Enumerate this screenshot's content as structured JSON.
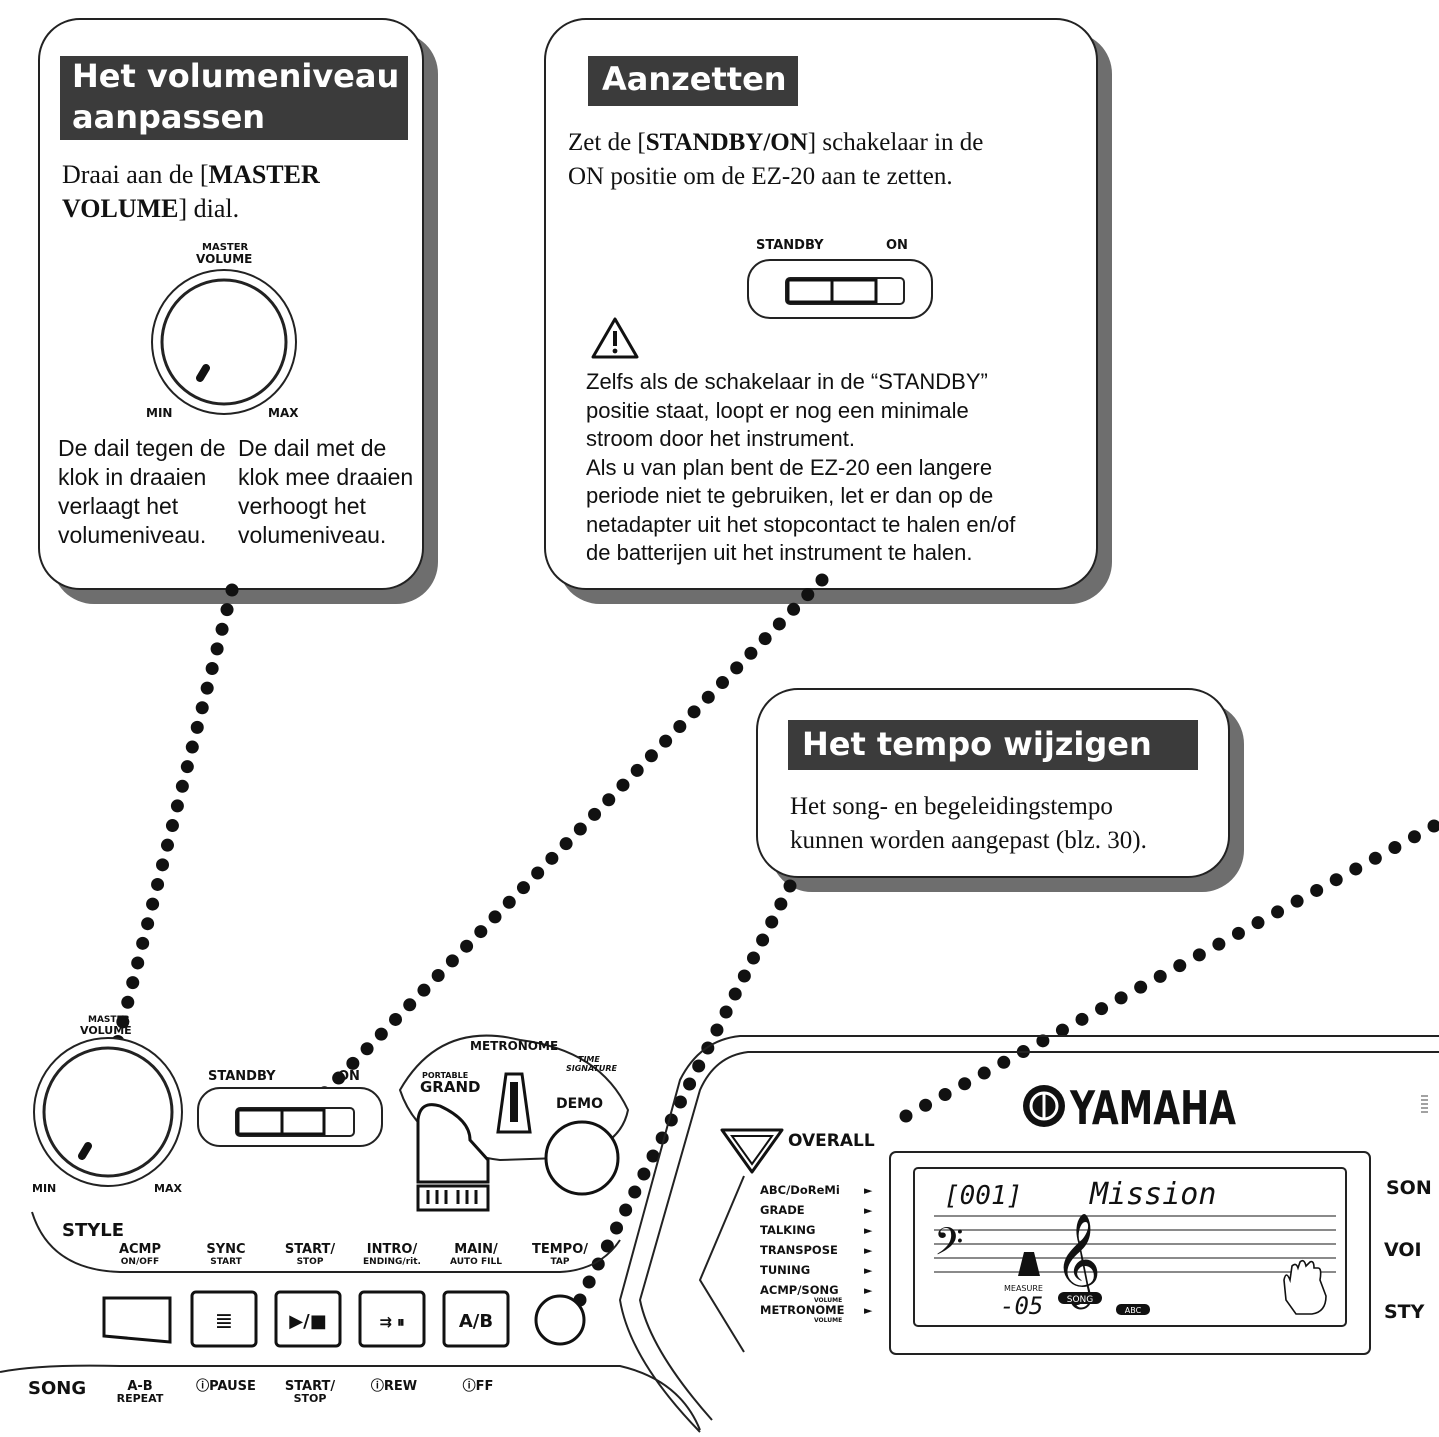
{
  "volume_box": {
    "title_line1": "Het volumeniveau",
    "title_line2": "aanpassen",
    "intro_prefix": "Draai aan de [",
    "intro_bold": "MASTER VOLUME",
    "intro_suffix": "] dial.",
    "dial_label_top": "MASTER",
    "dial_label_bottom": "VOLUME",
    "min": "MIN",
    "max": "MAX",
    "left_text": [
      "De dail tegen de",
      "klok in draaien",
      "verlaagt het",
      "volumeniveau."
    ],
    "right_text": [
      "De dail met de",
      "klok mee draaien",
      "verhoogt het",
      "volumeniveau."
    ]
  },
  "power_box": {
    "title": "Aanzetten",
    "intro_l1_prefix": "Zet de [",
    "intro_l1_bold": "STANDBY/ON",
    "intro_l1_suffix": "] schakelaar in de",
    "intro_l2": "ON positie om de EZ-20 aan te zetten.",
    "switch_left": "STANDBY",
    "switch_right": "ON",
    "warning_icon": "warning-triangle-icon",
    "warning_lines": [
      "Zelfs als de schakelaar in de “STANDBY”",
      "positie staat, loopt er nog een minimale",
      "stroom door het instrument.",
      "Als u van plan bent de EZ-20 een langere",
      "periode niet te gebruiken, let er dan op de",
      "netadapter uit het stopcontact te halen en/of",
      "de batterijen uit het instrument te halen."
    ]
  },
  "tempo_box": {
    "title": "Het tempo wijzigen",
    "lines": [
      "Het song- en begeleidingstempo",
      "kunnen worden aangepast (blz. 30)."
    ]
  },
  "panel": {
    "master_volume_top": "MASTER",
    "master_volume_bottom": "VOLUME",
    "min": "MIN",
    "max": "MAX",
    "standby": "STANDBY",
    "on": "ON",
    "metronome": "METRONOME",
    "time_signature_1": "TIME",
    "time_signature_2": "SIGNATURE",
    "portable": "PORTABLE",
    "grand": "GRAND",
    "demo": "DEMO",
    "style": "STYLE",
    "style_buttons": [
      {
        "l1": "ACMP",
        "l2": "ON/OFF"
      },
      {
        "l1": "SYNC",
        "l2": "START"
      },
      {
        "l1": "START/",
        "l2": "STOP"
      },
      {
        "l1": "INTRO/",
        "l2": "ENDING/rit."
      },
      {
        "l1": "MAIN/",
        "l2": "AUTO FILL"
      },
      {
        "l1": "TEMPO/",
        "l2": "TAP"
      }
    ],
    "button_glyphs": [
      "",
      "≣",
      "▶/■",
      "⇉ ⏸",
      "A/B"
    ],
    "song": "SONG",
    "song_buttons": [
      {
        "l1": "A-B",
        "l2": "REPEAT"
      },
      {
        "l1": "ⓘPAUSE",
        "l2": ""
      },
      {
        "l1": "START/",
        "l2": "STOP"
      },
      {
        "l1": "ⓘREW",
        "l2": ""
      },
      {
        "l1": "ⓘFF",
        "l2": ""
      }
    ],
    "brand": "YAMAHA",
    "overall": "OVERALL",
    "menu_items": [
      "ABC/DoReMi",
      "GRADE",
      "TALKING",
      "TRANSPOSE",
      "TUNING",
      "ACMP/SONG",
      "METRONOME"
    ],
    "menu_sub": "VOLUME",
    "display": {
      "number": "[001]",
      "song_name": "Mission",
      "measure_label": "MEASURE",
      "measure_value": "-05",
      "song_badge": "SONG",
      "abc_badge": "ABC"
    },
    "right_labels": [
      "SON",
      "VOI",
      "STY"
    ]
  }
}
